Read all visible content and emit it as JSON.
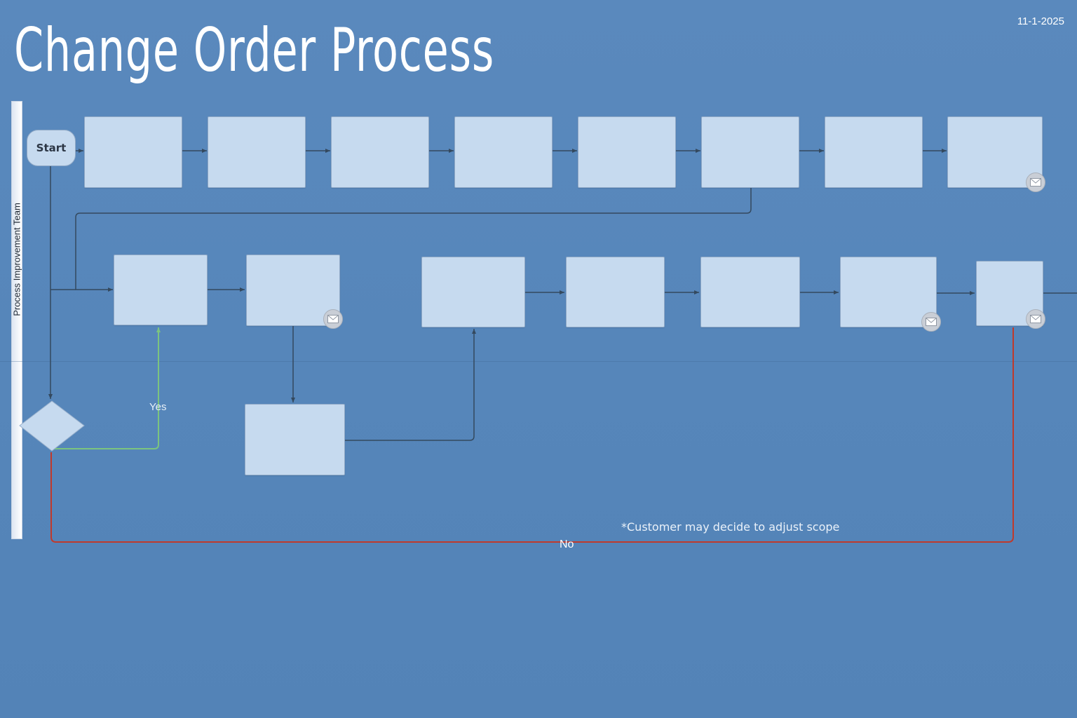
{
  "title": "Change Order Process",
  "date": "11-1-2025",
  "lane": {
    "label": "Process Improvement Team"
  },
  "start": {
    "label": "Start"
  },
  "decision": {
    "yes_label": "Yes",
    "no_label": "No"
  },
  "note": "*Customer may decide to adjust scope",
  "colors": {
    "background": "#5686ba",
    "box_fill": "#c6daef",
    "connector": "#34495e",
    "yes_path": "#6fbf73",
    "no_path": "#c0392b"
  },
  "icons": {
    "notification": "envelope-icon"
  }
}
